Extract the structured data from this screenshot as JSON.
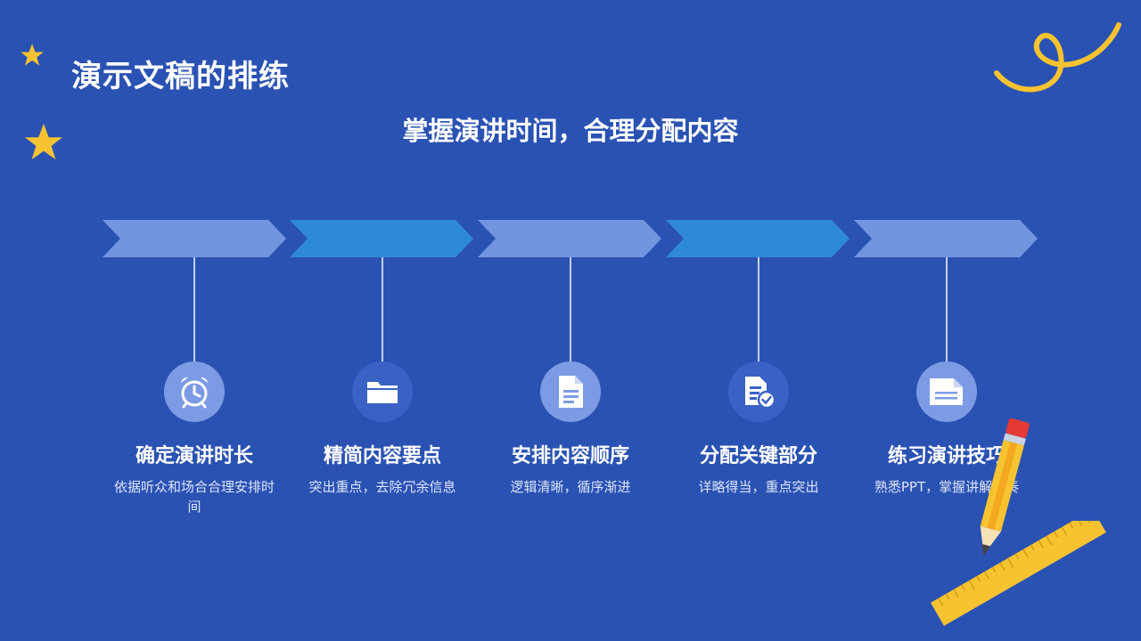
{
  "slide": {
    "title": "演示文稿的排练",
    "subtitle": "掌握演讲时间，合理分配内容"
  },
  "steps": [
    {
      "title": "确定演讲时长",
      "desc": "依据听众和场合合理安排时间",
      "icon": "alarm-clock-icon",
      "arrow_color": "#7395e0"
    },
    {
      "title": "精简内容要点",
      "desc": "突出重点，去除冗余信息",
      "icon": "folder-icon",
      "arrow_color": "#2e8ad8"
    },
    {
      "title": "安排内容顺序",
      "desc": "逻辑清晰，循序渐进",
      "icon": "document-icon",
      "arrow_color": "#7395e0"
    },
    {
      "title": "分配关键部分",
      "desc": "详略得当，重点突出",
      "icon": "document-check-icon",
      "arrow_color": "#2e8ad8"
    },
    {
      "title": "练习演讲技巧",
      "desc": "熟悉PPT，掌握讲解节奏",
      "icon": "file-lines-icon",
      "arrow_color": "#7395e0"
    }
  ],
  "colors": {
    "background": "#2a52b3",
    "arrow_light": "#7395e0",
    "arrow_dark": "#2e8ad8",
    "circle_light": "#7c9be4",
    "circle_dark": "#3a62c4",
    "star": "#f7c331",
    "swirl": "#f7c331"
  }
}
